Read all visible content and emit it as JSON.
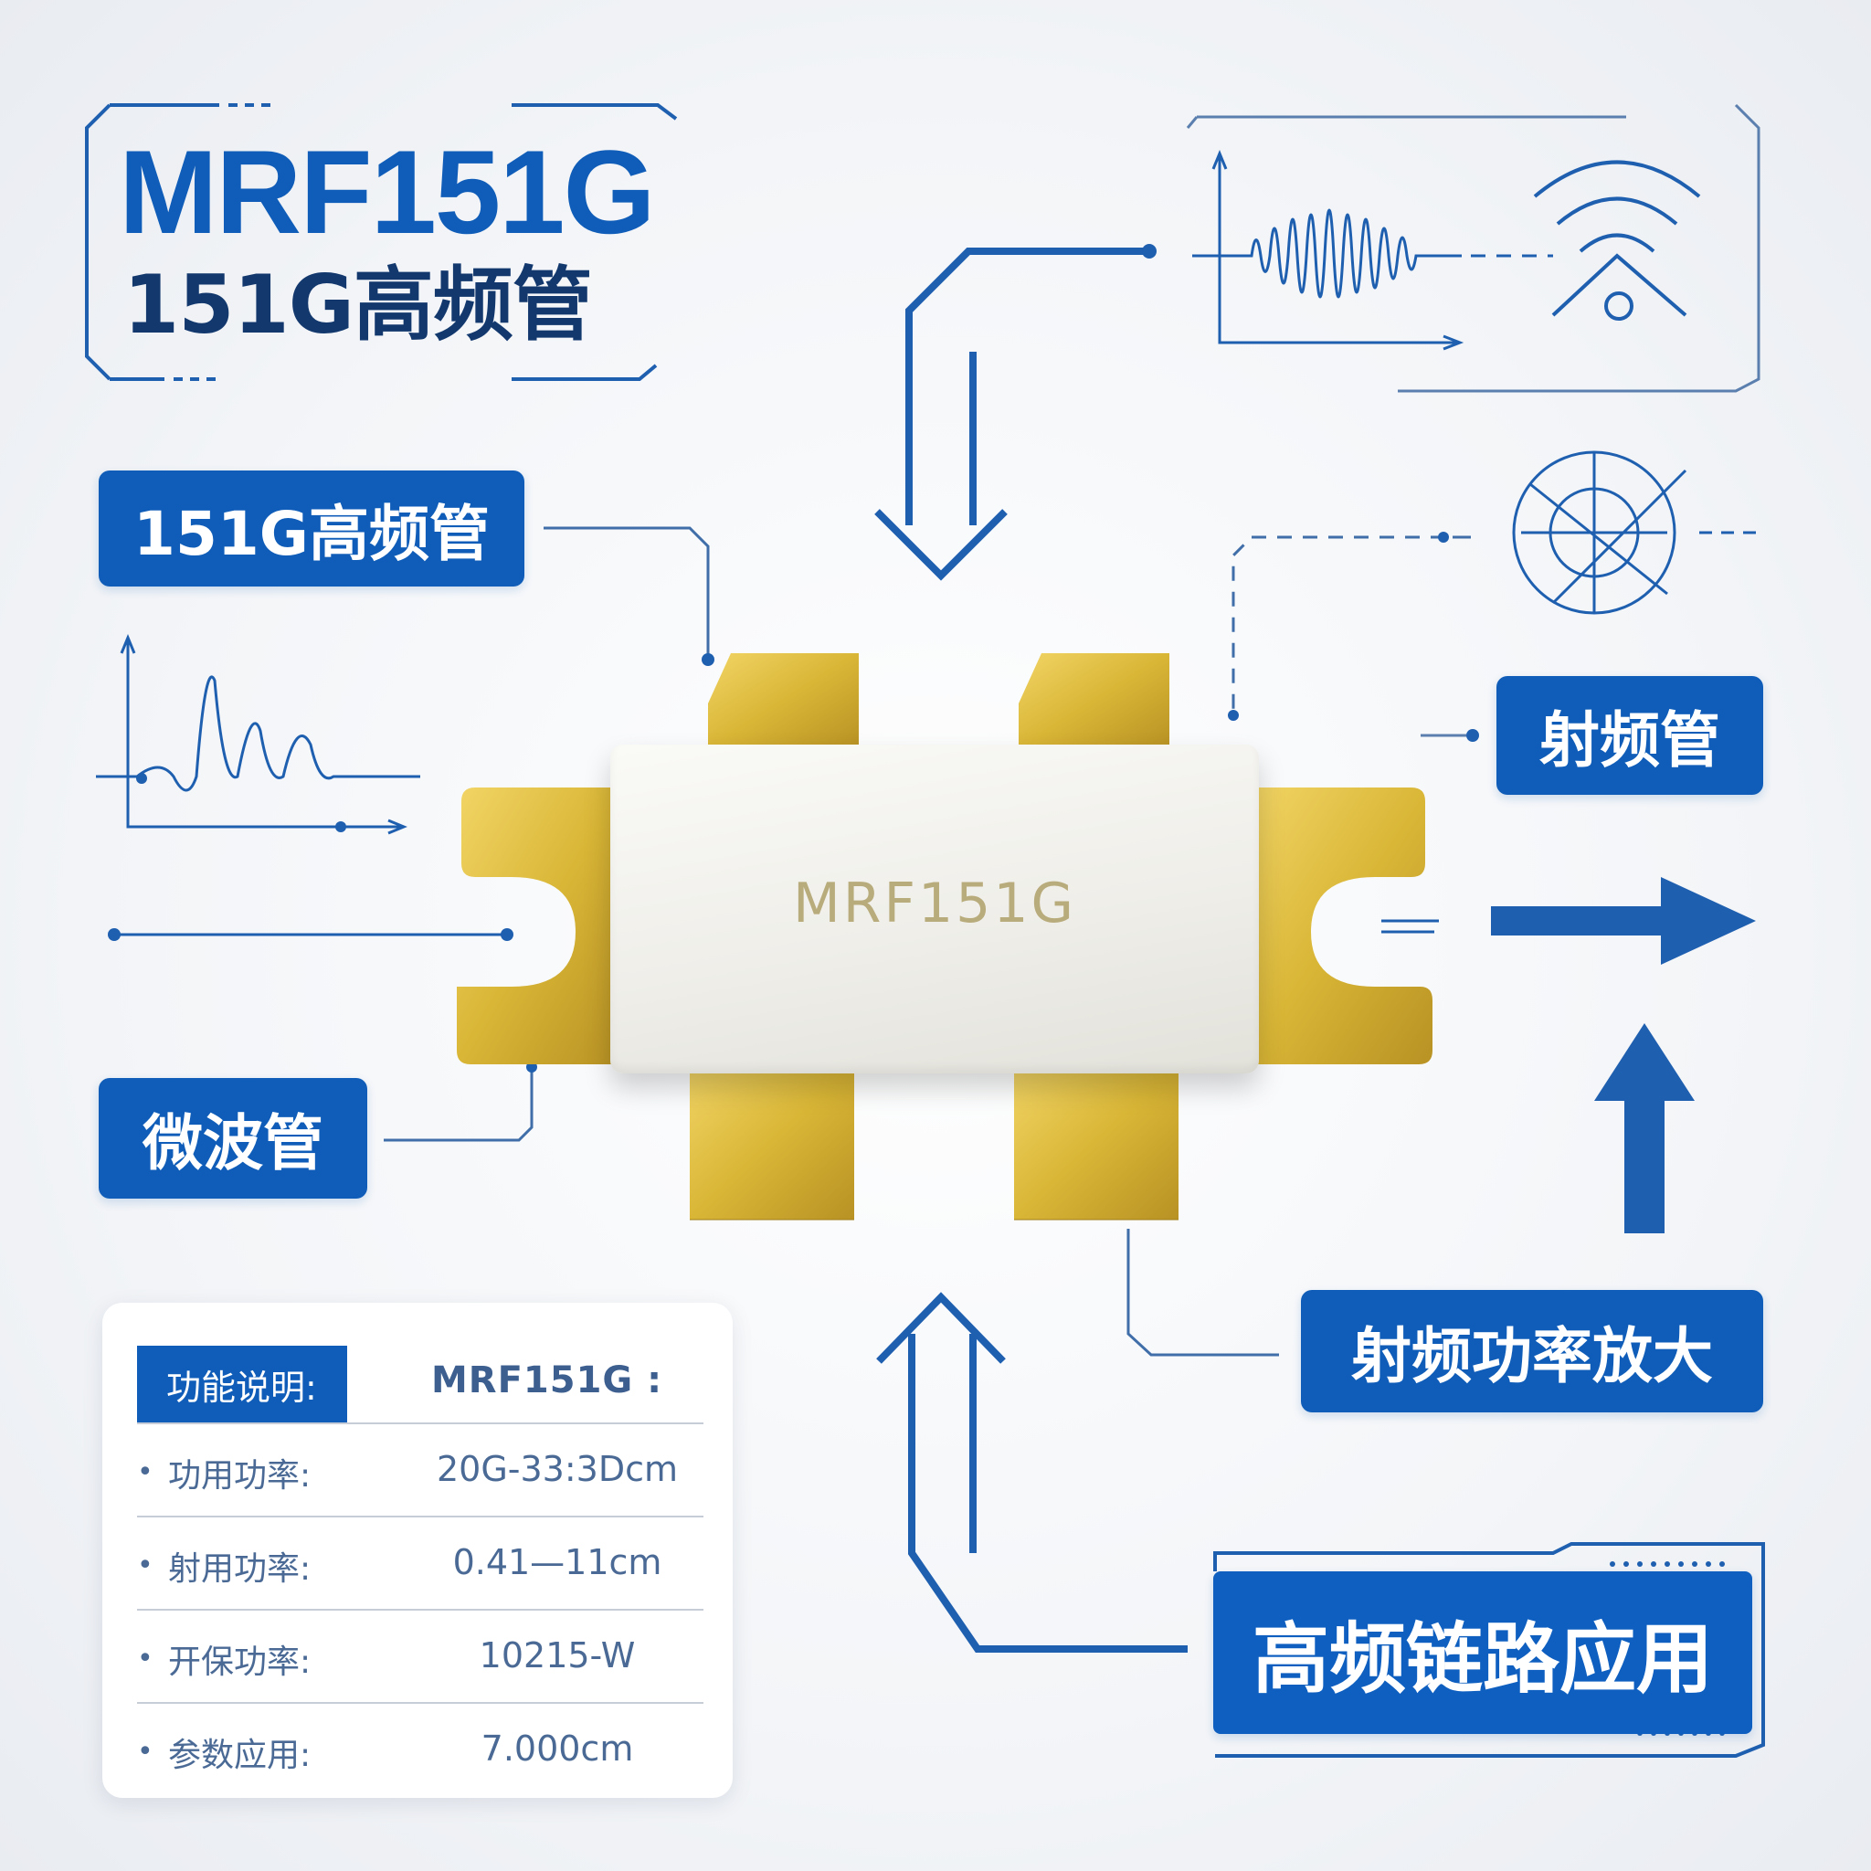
{
  "title": {
    "main": "MRF151G",
    "sub": "151G高频管"
  },
  "badges": {
    "left_top": "151G高频管",
    "left_bottom": "微波管",
    "right_top": "射频管",
    "right_middle": "射频功率放大",
    "right_bottom": "高频链路应用"
  },
  "chip": {
    "marking": "MRF151G"
  },
  "spec_card": {
    "header_label": "功能说明:",
    "header_value": "MRF151G :",
    "rows": [
      {
        "bullet": "•",
        "label": "功用功率:",
        "value": "20G-33:3Dcm"
      },
      {
        "bullet": "•",
        "label": "射用功率:",
        "value": "0.41—11cm"
      },
      {
        "bullet": "•",
        "label": "开保功率:",
        "value": "10215-W"
      },
      {
        "bullet": "•",
        "label": "参数应用:",
        "value": "7.000cm"
      }
    ]
  },
  "colors": {
    "accent": "#0f5db8",
    "gold": "#d9b636",
    "ceramic": "#f3f2ee"
  },
  "icons": [
    "waveform-icon",
    "wifi-signal-icon",
    "antenna-target-icon",
    "arrow-down-icon",
    "arrow-up-icon",
    "arrow-right-icon",
    "pulse-chart-icon"
  ]
}
